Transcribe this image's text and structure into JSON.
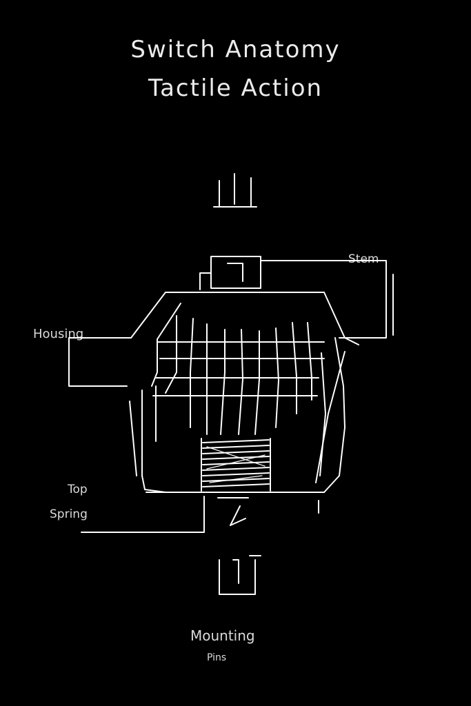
{
  "header": {
    "title_line_1": "Switch Anatomy",
    "title_line_2": "Tactile Action"
  },
  "labels": {
    "top_right": "Stem",
    "left_upper": "Housing",
    "left_lower_1": "Top",
    "left_lower_2": "Spring",
    "bottom_1": "Mounting",
    "bottom_2": "Pins"
  },
  "colors": {
    "background": "#000000",
    "stroke": "#ffffff"
  }
}
